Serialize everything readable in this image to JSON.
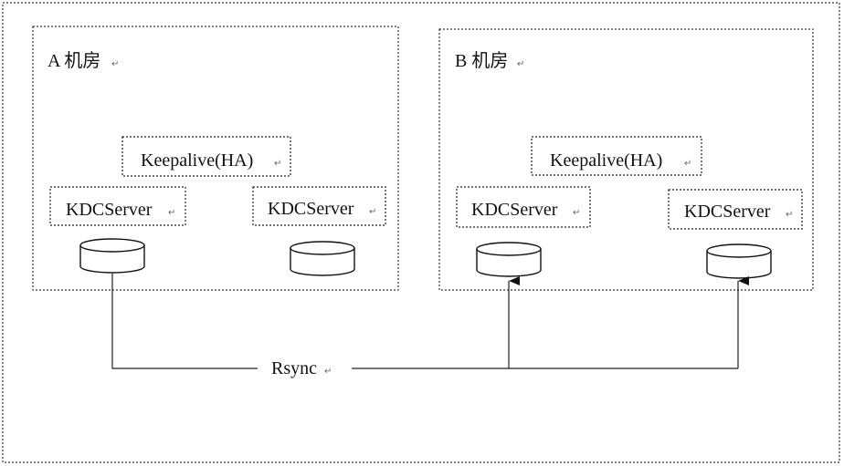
{
  "rooms": {
    "a": {
      "title": "A 机房",
      "keepalive_label": "Keepalive(HA)",
      "server_left_label": "KDCServer",
      "server_right_label": "KDCServer"
    },
    "b": {
      "title": "B 机房",
      "keepalive_label": "Keepalive(HA)",
      "server_left_label": "KDCServer",
      "server_right_label": "KDCServer"
    }
  },
  "sync": {
    "label": "Rsync"
  },
  "symbols": {
    "paragraph_mark": "↵"
  }
}
